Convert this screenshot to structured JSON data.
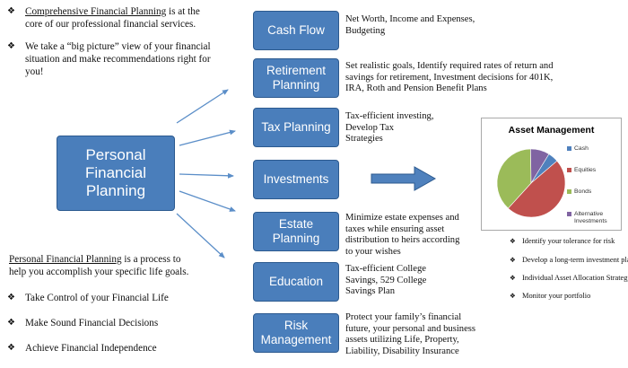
{
  "intro": [
    {
      "underline": "Comprehensive Financial Planning",
      "rest": " is at the",
      "line2": "core of our professional financial services."
    },
    {
      "line1": "We take a “big picture” view of your financial",
      "line2": "situation and make recommendations right for",
      "line3": "you!"
    }
  ],
  "definition": {
    "underline": "Personal Financial Planning",
    "rest": " is a process to",
    "line2": "help you accomplish your specific life goals."
  },
  "goals": [
    "Take Control of your Financial Life",
    "Make Sound Financial Decisions",
    "Achieve Financial Independence"
  ],
  "center": {
    "line1": "Personal",
    "line2": "Financial",
    "line3": "Planning"
  },
  "services": [
    {
      "title": [
        "Cash Flow"
      ],
      "desc": [
        "Net Worth, Income and Expenses,",
        "Budgeting"
      ]
    },
    {
      "title": [
        "Retirement",
        "Planning"
      ],
      "desc": [
        "Set realistic goals, Identify required rates of return and",
        "savings for retirement, Investment decisions for 401K,",
        "IRA, Roth and Pension Benefit Plans"
      ]
    },
    {
      "title": [
        "Tax Planning"
      ],
      "desc": [
        "Tax-efficient investing,",
        "Develop Tax",
        "Strategies"
      ]
    },
    {
      "title": [
        "Investments"
      ],
      "desc": []
    },
    {
      "title": [
        "Estate",
        "Planning"
      ],
      "desc": [
        "Minimize estate expenses and",
        "taxes while ensuring asset",
        "distribution to heirs according",
        "to your wishes"
      ]
    },
    {
      "title": [
        "Education"
      ],
      "desc": [
        "Tax-efficient College",
        "Savings, 529 College",
        "Savings Plan"
      ]
    },
    {
      "title": [
        "Risk",
        "Management"
      ],
      "desc": [
        "Protect your family’s financial",
        "future, your personal and business",
        "assets utilizing Life, Property,",
        "Liability, Disability Insurance"
      ]
    }
  ],
  "chart_data": {
    "type": "pie",
    "title": "Asset Management",
    "categories": [
      "Cash",
      "Equities",
      "Bonds",
      "Alternative Investments"
    ],
    "values": [
      5,
      48,
      38,
      9
    ],
    "colors": [
      "#4f81bd",
      "#c0504d",
      "#9bbb59",
      "#8064a2"
    ],
    "legend_placement": "right"
  },
  "asset_bullets": [
    "Identify your tolerance for risk",
    "Develop a long-term investment plan",
    "Individual Asset Allocation Strategy",
    "Monitor your portfolio"
  ],
  "bullet_symbol": "❖",
  "colors": {
    "box_fill": "#4a7ebb",
    "box_border": "#2c5a8f",
    "arrow": "#5b8ec8"
  }
}
